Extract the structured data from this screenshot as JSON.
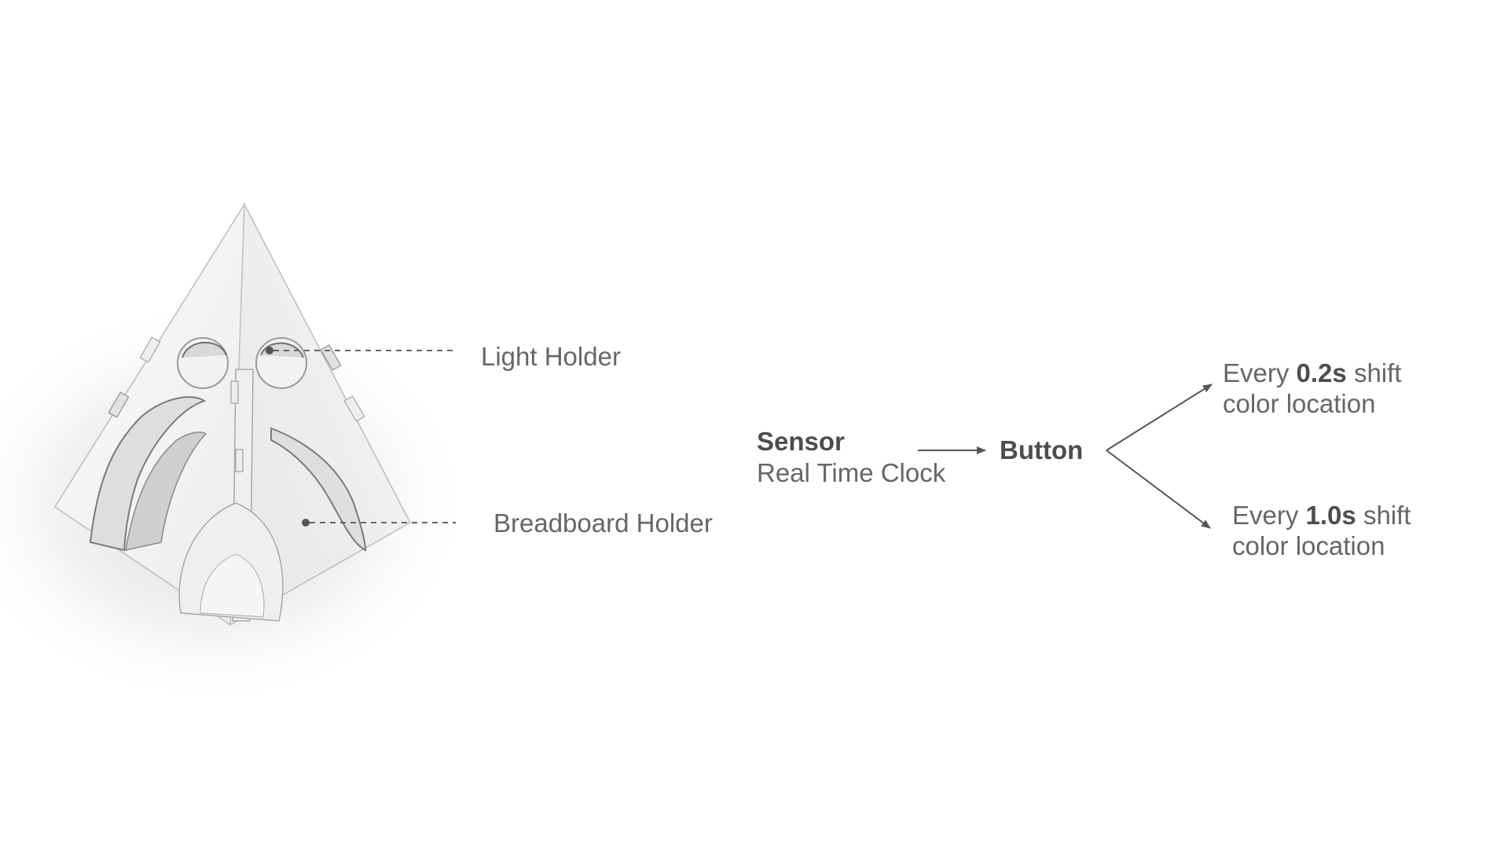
{
  "callouts": {
    "light_holder": "Light Holder",
    "breadboard_holder": "Breadboard Holder"
  },
  "flow": {
    "sensor_title": "Sensor",
    "sensor_subtitle": "Real Time Clock",
    "button": "Button",
    "outcome_top": {
      "prefix": "Every",
      "value": "0.2s",
      "suffix": "shift",
      "line2": "color location"
    },
    "outcome_bottom": {
      "prefix": "Every",
      "value": "1.0s",
      "suffix": "shift",
      "line2": "color location"
    }
  },
  "colors": {
    "text": "#666666",
    "bold_text": "#4d4d4d",
    "arrow": "#555555",
    "model_fill": "#f7f7f7",
    "model_edge": "#b8b8b8"
  }
}
